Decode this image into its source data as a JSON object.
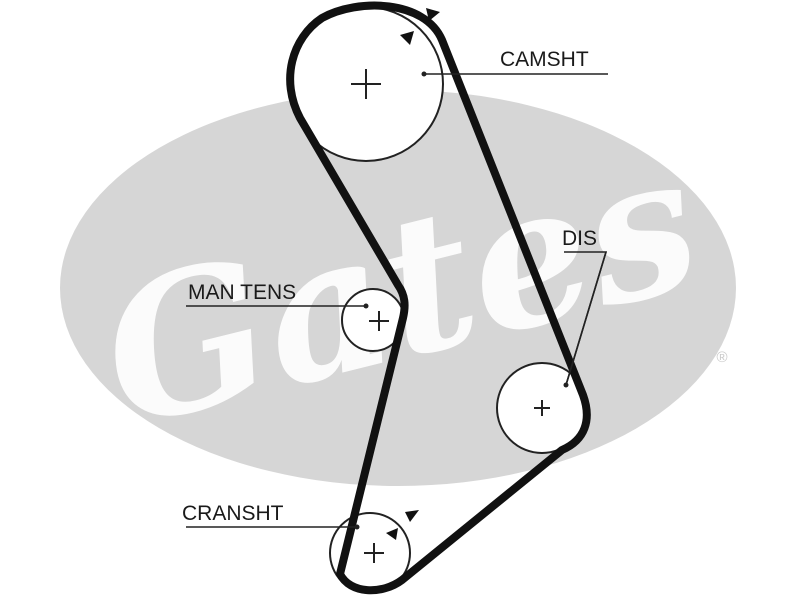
{
  "diagram": {
    "labels": {
      "camshaft": "CAMSHT",
      "distributor": "DIS",
      "manual_tensioner": "MAN TENS",
      "crankshaft": "CRANSHT"
    },
    "watermark": {
      "brand": "Gates",
      "registered_mark": "®"
    },
    "colors": {
      "belt": "#111111",
      "watermark": "#d6d6d6",
      "watermark_text": "#ffffff",
      "line": "#222222"
    },
    "icons": [
      "center-cross-icon",
      "rotation-arrow-icon"
    ]
  }
}
